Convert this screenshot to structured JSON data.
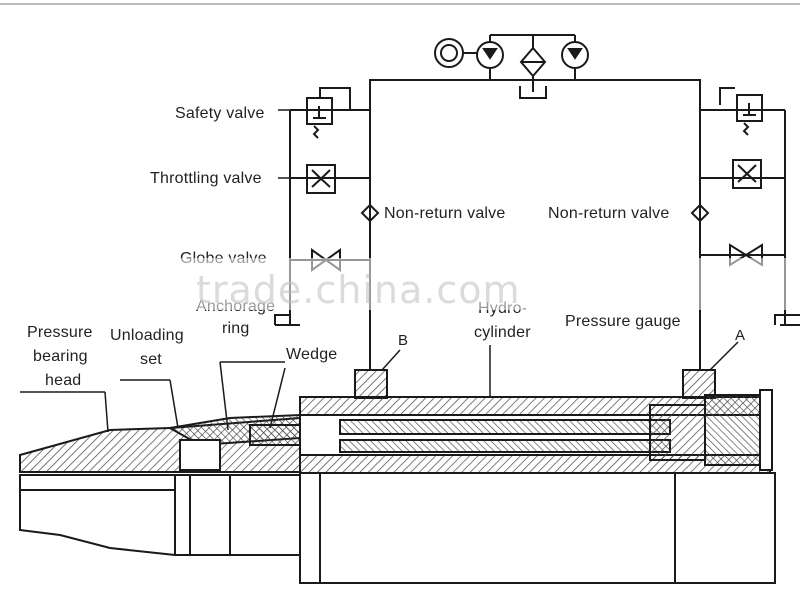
{
  "labels": {
    "safety_valve": "Safety valve",
    "throttling_valve": "Throttling valve",
    "non_return_left": "Non-return valve",
    "non_return_right": "Non-return valve",
    "globe_valve": "Globe valve",
    "pressure_gauge": "Pressure gauge",
    "pressure_bearing_head_1": "Pressure",
    "pressure_bearing_head_2": "bearing",
    "pressure_bearing_head_3": "head",
    "unloading_set_1": "Unloading",
    "unloading_set_2": "set",
    "wedge": "Wedge",
    "ring_partial_1": "Anchorage",
    "ring_partial_2": "ring",
    "hydro_cylinder_1": "Hydro-",
    "hydro_cylinder_2": "cylinder",
    "port_a": "A",
    "port_b": "B"
  },
  "watermark": "trade.china.com",
  "colors": {
    "line": "#1a1a1a",
    "hatch": "#555555",
    "watermark": "#bebebe",
    "background": "#ffffff"
  }
}
